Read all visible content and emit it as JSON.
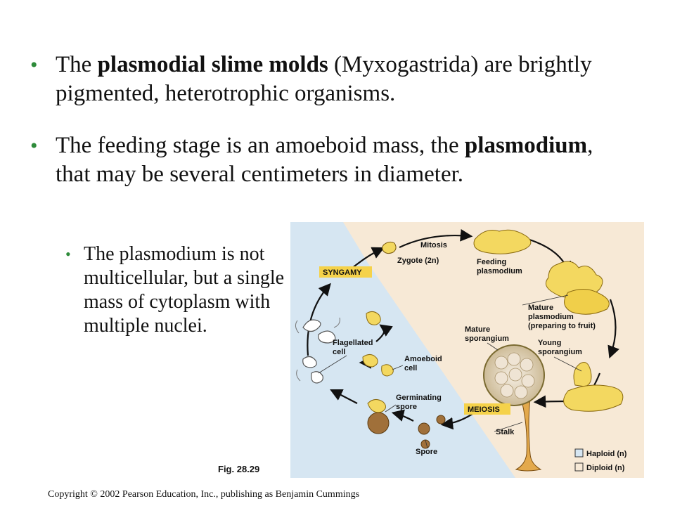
{
  "bullets": [
    {
      "pre": "The ",
      "bold": "plasmodial slime molds",
      "post": " (Myxogastrida) are brightly pigmented, heterotrophic organisms."
    },
    {
      "pre": "The feeding stage is an amoeboid mass, the ",
      "bold": "plasmodium",
      "post": ", that may be several centimeters in diameter."
    }
  ],
  "sub_bullet": "The plasmodium is not multicellular, but a single mass of cytoplasm with multiple nuclei.",
  "figure": {
    "caption": "Fig. 28.29",
    "stage_tags": {
      "syngamy": "SYNGAMY",
      "mitosis": "Mitosis",
      "meiosis": "MEIOSIS"
    },
    "labels": {
      "zygote": "Zygote (2n)",
      "feeding_1": "Feeding",
      "feeding_2": "plasmodium",
      "mature_plasm_1": "Mature",
      "mature_plasm_2": "plasmodium",
      "mature_plasm_3": "(preparing to fruit)",
      "mature_spor_1": "Mature",
      "mature_spor_2": "sporangium",
      "young_spor_1": "Young",
      "young_spor_2": "sporangium",
      "flag_1": "Flagellated",
      "flag_2": "cell",
      "amoeboid_1": "Amoeboid",
      "amoeboid_2": "cell",
      "germ_1": "Germinating",
      "germ_2": "spore",
      "spore": "Spore",
      "stalk": "Stalk"
    },
    "legend": {
      "haploid": "Haploid (n)",
      "diploid": "Diploid (n)"
    },
    "colors": {
      "haploid_bg": "#d6e6f2",
      "diploid_bg": "#f7e9d6",
      "plasmodium": "#f3d860",
      "tag_bg": "#f5d24a"
    }
  },
  "copyright": "Copyright © 2002 Pearson Education, Inc., publishing as Benjamin Cummings"
}
